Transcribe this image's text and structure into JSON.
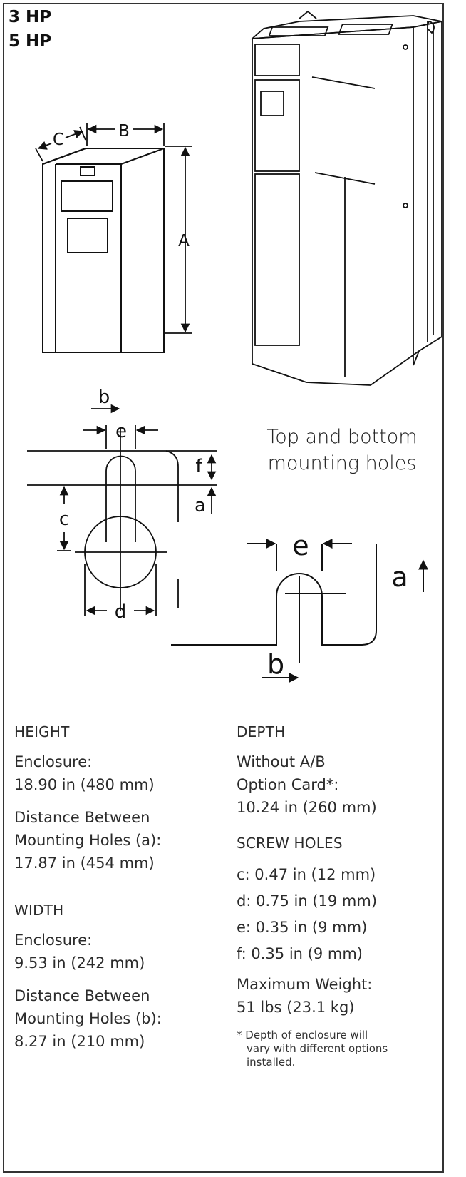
{
  "hp_labels": [
    "3 HP",
    "5 HP"
  ],
  "diagram_labels": {
    "A": "A",
    "B": "B",
    "C": "C",
    "b": "b",
    "e": "e",
    "f": "f",
    "a": "a",
    "c": "c",
    "d": "d"
  },
  "caption_lines": [
    "Top and bottom",
    "mounting holes"
  ],
  "height": {
    "heading": "HEIGHT",
    "enclosure": [
      "Enclosure:",
      "18.90 in (480 mm)"
    ],
    "mounting": [
      "Distance Between",
      "Mounting Holes (a):",
      "17.87 in (454 mm)"
    ]
  },
  "width": {
    "heading": "WIDTH",
    "enclosure": [
      "Enclosure:",
      "9.53 in (242 mm)"
    ],
    "mounting": [
      "Distance Between",
      "Mounting Holes (b):",
      "8.27 in (210 mm)"
    ]
  },
  "depth": {
    "heading": "DEPTH",
    "lines": [
      "Without A/B",
      "Option Card*:",
      "10.24 in (260 mm)"
    ]
  },
  "screw_holes": {
    "heading": "SCREW HOLES",
    "items": [
      "c: 0.47 in (12 mm)",
      "d: 0.75 in (19 mm)",
      "e: 0.35 in (9 mm)",
      "f: 0.35 in (9 mm)"
    ]
  },
  "weight": [
    "Maximum Weight:",
    "51 lbs (23.1 kg)"
  ],
  "footnote": [
    "* Depth of enclosure will",
    "vary with different options",
    "installed."
  ]
}
